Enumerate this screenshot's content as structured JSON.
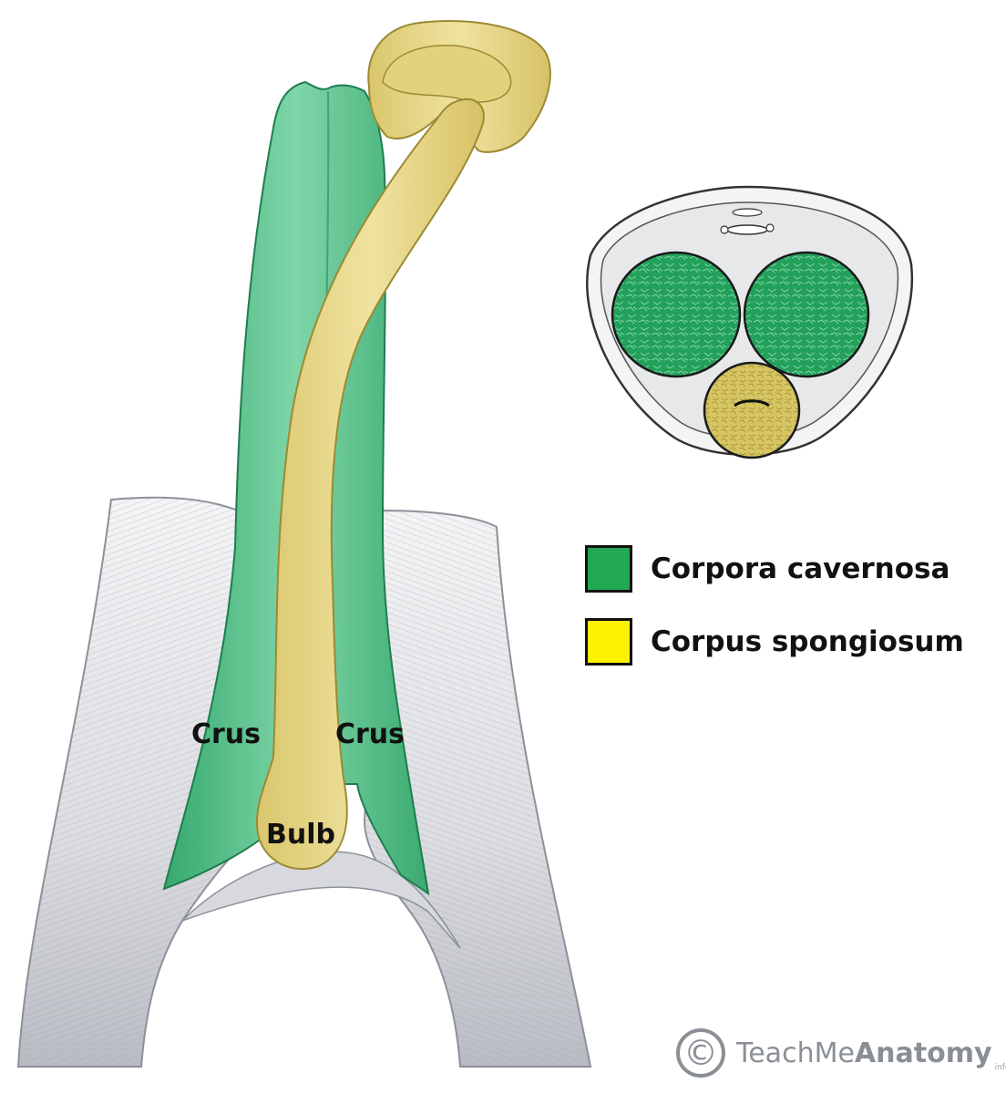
{
  "labels": {
    "crus_left": "Crus",
    "crus_right": "Crus",
    "bulb": "Bulb"
  },
  "legend": [
    {
      "text": "Corpora cavernosa",
      "color": "#22a852"
    },
    {
      "text": "Corpus spongiosum",
      "color": "#fff200"
    }
  ],
  "colors": {
    "cavernosa_light": "#6fcf9d",
    "cavernosa_dark": "#2aa56a",
    "spongiosum": "#e8d98a",
    "spongiosum_dark": "#cdb95a",
    "pelvis_gray": "#b8bcc4"
  },
  "logo": {
    "symbol": "©",
    "text_regular": "TeachMe",
    "text_bold": "Anatomy",
    "suffix": "info"
  }
}
